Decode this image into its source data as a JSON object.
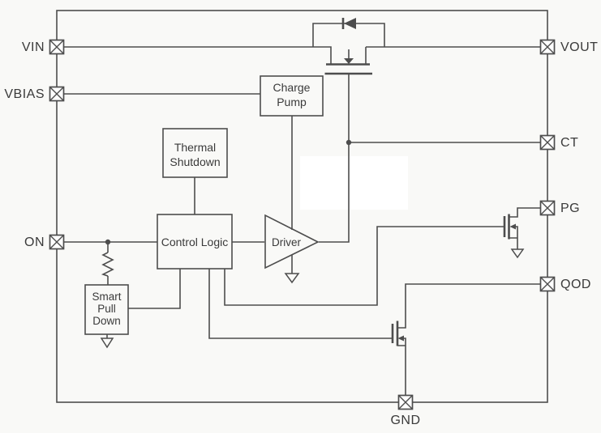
{
  "pins": {
    "vin": "VIN",
    "vbias": "VBIAS",
    "on": "ON",
    "vout": "VOUT",
    "ct": "CT",
    "pg": "PG",
    "qod": "QOD",
    "gnd": "GND"
  },
  "blocks": {
    "charge_pump": {
      "line1": "Charge",
      "line2": "Pump"
    },
    "thermal_shutdown": {
      "line1": "Thermal",
      "line2": "Shutdown"
    },
    "control_logic": {
      "label": "Control Logic"
    },
    "driver": {
      "label": "Driver"
    },
    "smart_pull_down": {
      "line1": "Smart",
      "line2": "Pull",
      "line3": "Down"
    }
  },
  "colors": {
    "line": "#4d4d4d",
    "text": "#3a3a3a",
    "background": "#f9f9f7",
    "patch": "#ffffff"
  }
}
